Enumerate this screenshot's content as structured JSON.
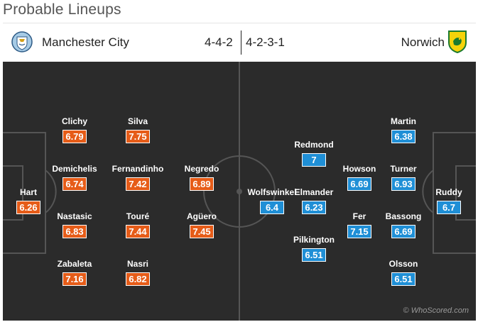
{
  "title": "Probable Lineups",
  "home": {
    "name": "Manchester City",
    "formation": "4-4-2",
    "color": "#e65c18",
    "players": [
      {
        "name": "Hart",
        "rating": "6.26"
      },
      {
        "name": "Clichy",
        "rating": "6.79"
      },
      {
        "name": "Demichelis",
        "rating": "6.74"
      },
      {
        "name": "Nastasic",
        "rating": "6.83"
      },
      {
        "name": "Zabaleta",
        "rating": "7.16"
      },
      {
        "name": "Silva",
        "rating": "7.75"
      },
      {
        "name": "Fernandinho",
        "rating": "7.42"
      },
      {
        "name": "Touré",
        "rating": "7.44"
      },
      {
        "name": "Nasri",
        "rating": "6.82"
      },
      {
        "name": "Negredo",
        "rating": "6.89"
      },
      {
        "name": "Agüero",
        "rating": "7.45"
      }
    ]
  },
  "away": {
    "name": "Norwich",
    "formation": "4-2-3-1",
    "color": "#1f8fd6",
    "players": [
      {
        "name": "Wolfswinkel",
        "rating": "6.4"
      },
      {
        "name": "Redmond",
        "rating": "7"
      },
      {
        "name": "Elmander",
        "rating": "6.23"
      },
      {
        "name": "Pilkington",
        "rating": "6.51"
      },
      {
        "name": "Howson",
        "rating": "6.69"
      },
      {
        "name": "Fer",
        "rating": "7.15"
      },
      {
        "name": "Martin",
        "rating": "6.38"
      },
      {
        "name": "Turner",
        "rating": "6.93"
      },
      {
        "name": "Bassong",
        "rating": "6.69"
      },
      {
        "name": "Olsson",
        "rating": "6.51"
      },
      {
        "name": "Ruddy",
        "rating": "6.7"
      }
    ]
  },
  "watermark": "© WhoScored.com",
  "colors": {
    "pitch": "#2b2b2b",
    "lines": "#555555"
  },
  "icons": {
    "home_badge": "manchester-city-crest-icon",
    "away_badge": "norwich-canary-crest-icon"
  }
}
